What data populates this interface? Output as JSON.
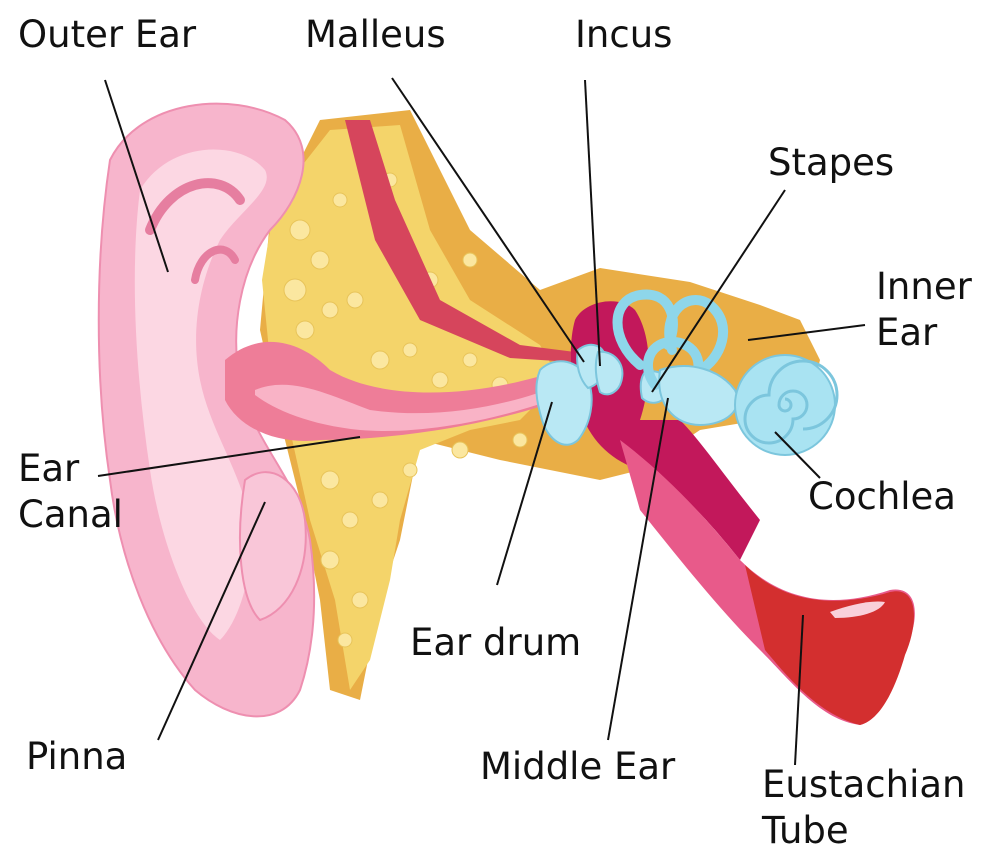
{
  "labels": {
    "outer_ear": "Outer Ear",
    "malleus": "Malleus",
    "incus": "Incus",
    "stapes": "Stapes",
    "inner_ear": [
      "Inner",
      "Ear"
    ],
    "ear_canal": [
      "Ear",
      "Canal"
    ],
    "cochlea": "Cochlea",
    "ear_drum": "Ear drum",
    "pinna": "Pinna",
    "middle_ear": "Middle Ear",
    "eustachian_tube": [
      "Eustachian",
      "Tube"
    ]
  },
  "colors": {
    "skin_pink": "#F7B5CC",
    "skin_light": "#FCD7E3",
    "canal_pink": "#EE7D98",
    "fat_yellow": "#F4D46A",
    "bone_orange": "#E9AE46",
    "middle_magenta": "#C2185B",
    "eustachian_red": "#D32F2F",
    "inner_blue": "#A9E3F2",
    "label_text": "#111111"
  }
}
